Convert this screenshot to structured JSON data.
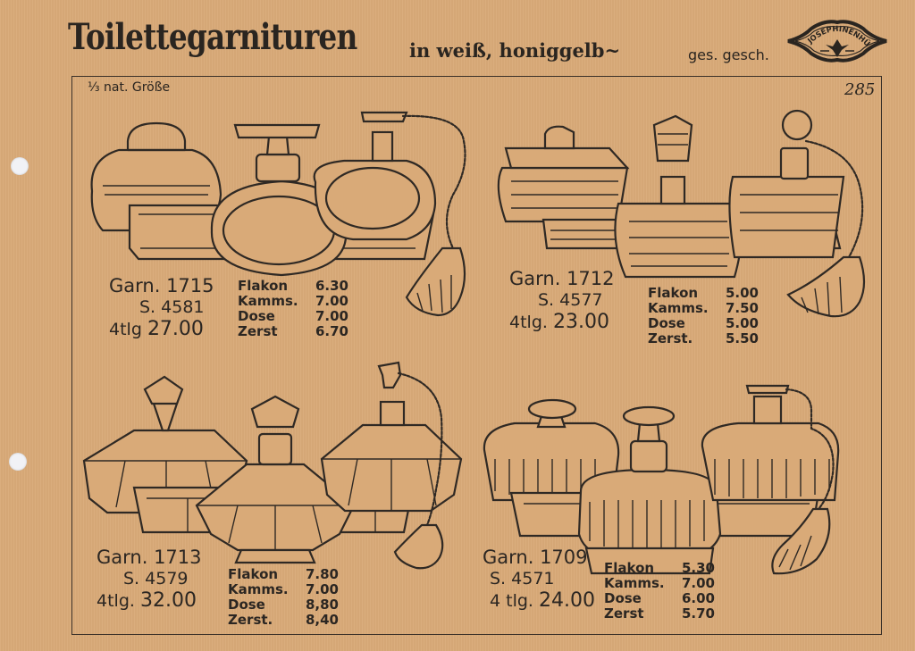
{
  "header": {
    "title": "Toilettegarnituren",
    "subtitle": "in weiß, honiggelb~",
    "protection_note": "ges. gesch.",
    "logo": {
      "text": "JOSEPHINENHÜTTE",
      "icon": "fleur-emblem-icon"
    }
  },
  "page": {
    "scale_note": "⅓ nat. Größe",
    "page_number": "285",
    "colors": {
      "paper": "#d9aa78",
      "ink": "#2b2622",
      "punch_hole": "#f1f2f6"
    }
  },
  "sets": [
    {
      "garnitur": "Garn. 1715",
      "series": "S. 4581",
      "total_label": "4tlg",
      "total_price": "27.00",
      "illustration": "cut-glass-toilet-set-scalloped-oval",
      "items": [
        {
          "label": "Flakon",
          "price": "6.30"
        },
        {
          "label": "Kamms.",
          "price": "7.00"
        },
        {
          "label": "Dose",
          "price": "7.00"
        },
        {
          "label": "Zerst",
          "price": "6.70"
        }
      ]
    },
    {
      "garnitur": "Garn. 1712",
      "series": "S. 4577",
      "total_label": "4tlg.",
      "total_price": "23.00",
      "illustration": "cut-glass-toilet-set-art-deco-ribbed",
      "items": [
        {
          "label": "Flakon",
          "price": "5.00"
        },
        {
          "label": "Kamms.",
          "price": "7.50"
        },
        {
          "label": "Dose",
          "price": "5.00"
        },
        {
          "label": "Zerst.",
          "price": "5.50"
        }
      ]
    },
    {
      "garnitur": "Garn. 1713",
      "series": "S. 4579",
      "total_label": "4tlg.",
      "total_price": "32.00",
      "illustration": "cut-glass-toilet-set-octagonal",
      "items": [
        {
          "label": "Flakon",
          "price": "7.80"
        },
        {
          "label": "Kamms.",
          "price": "7.00"
        },
        {
          "label": "Dose",
          "price": "8,80"
        },
        {
          "label": "Zerst.",
          "price": "8,40"
        }
      ]
    },
    {
      "garnitur": "Garn. 1709",
      "series": "S. 4571",
      "total_label": "4 tlg.",
      "total_price": "24.00",
      "illustration": "cut-glass-toilet-set-round-fluted",
      "items": [
        {
          "label": "Flakon",
          "price": "5.30"
        },
        {
          "label": "Kamms.",
          "price": "7.00"
        },
        {
          "label": "Dose",
          "price": "6.00"
        },
        {
          "label": "Zerst",
          "price": "5.70"
        }
      ]
    }
  ]
}
